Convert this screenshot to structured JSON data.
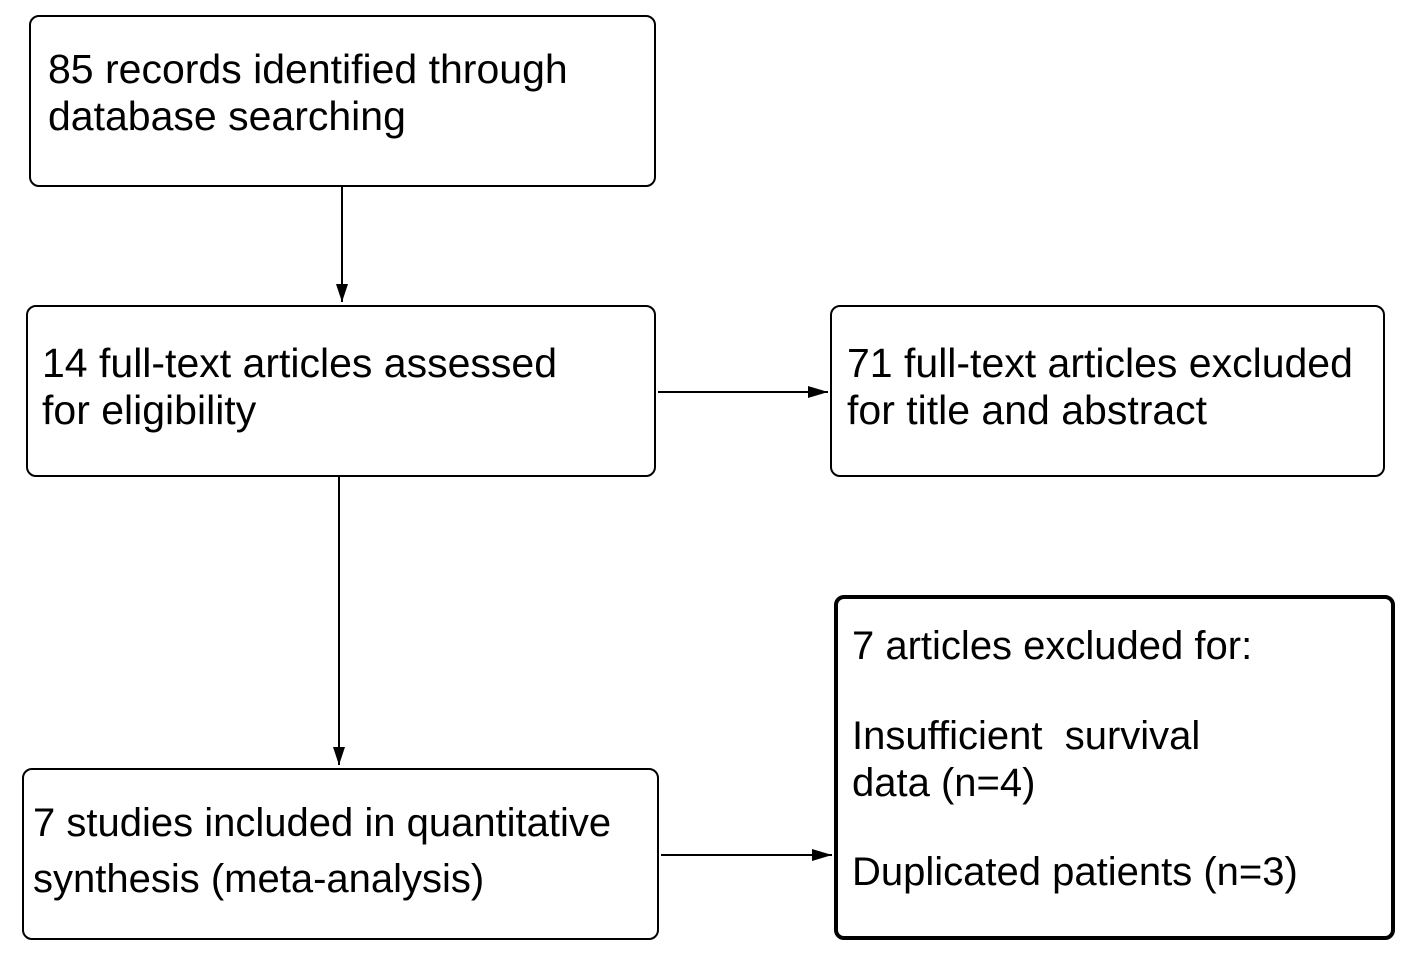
{
  "boxes": {
    "records": {
      "line1": "85 records identified through",
      "line2": "database searching"
    },
    "fulltext": {
      "line1": "14 full-text articles assessed",
      "line2": "for eligibility"
    },
    "excluded_title": {
      "line1": "71 full-text articles excluded",
      "line2": "for title and abstract"
    },
    "included": {
      "line1": "7 studies included in quantitative",
      "line2": "synthesis (meta-analysis)"
    },
    "excluded_reasons": {
      "heading": "7 articles excluded for:",
      "reason1_line1": "Insufficient  survival",
      "reason1_line2": "data (n=4)",
      "reason2": "Duplicated patients (n=3)"
    }
  },
  "colors": {
    "line": "#000000",
    "background": "#ffffff"
  }
}
